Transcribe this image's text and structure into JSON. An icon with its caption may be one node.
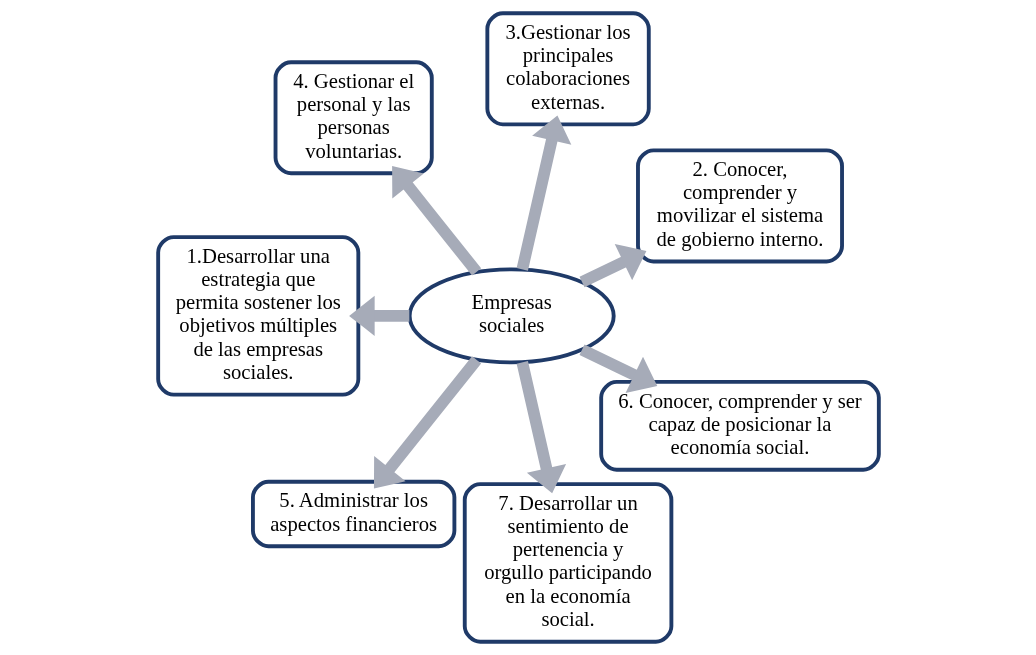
{
  "diagram": {
    "nodes": [
      {
        "text": [
          "2. Conocer, comprender y movilizar el sistema de gobierno interno."
        ]
      },
      {
        "text": [
          "3.Gestionar los principales colaboraciones externas."
        ]
      },
      {
        "text": [
          "4. Gestionar el personal y las personas voluntarias."
        ]
      },
      {
        "text": [
          "1.Desarrollar una estrategia que permita sostener los objetivos múltiples de las empresas sociales."
        ]
      },
      {
        "text": [
          "Empresas sociales"
        ]
      },
      {
        "text": [
          "5. Administrar los aspectos financieros"
        ]
      },
      {
        "text": [
          "7. Desarrollar un sentimiento de pertenencia y orgullo participando en la economía social."
        ]
      },
      {
        "text": [
          "6. Conocer, comprender y ser capaz de posicionar la economía social."
        ]
      }
    ],
    "edges": [
      {
        "from": 4,
        "to": 3,
        "arrow": "to"
      },
      {
        "from": 4,
        "to": 0,
        "arrow": "to"
      },
      {
        "from": 4,
        "to": 1,
        "arrow": "to"
      },
      {
        "from": 4,
        "to": 2,
        "arrow": "to"
      },
      {
        "from": 4,
        "to": 5,
        "arrow": "to"
      },
      {
        "from": 4,
        "to": 7,
        "arrow": "to"
      },
      {
        "from": 4,
        "to": 6,
        "arrow": "to"
      }
    ]
  }
}
